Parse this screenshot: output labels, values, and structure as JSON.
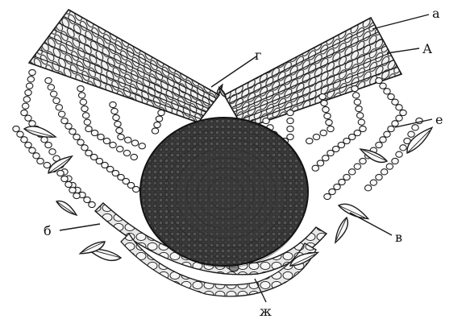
{
  "labels": {
    "a": "а",
    "A": "А",
    "g": "г",
    "e": "е",
    "b": "б",
    "v": "в",
    "zh": "ж"
  },
  "colors": {
    "background": "#ffffff",
    "ink": "#1a1a1a",
    "tissue": "#f6f6f6",
    "vein_fill": "#2e2e2e",
    "vein_mid": "#4a4a4a"
  }
}
